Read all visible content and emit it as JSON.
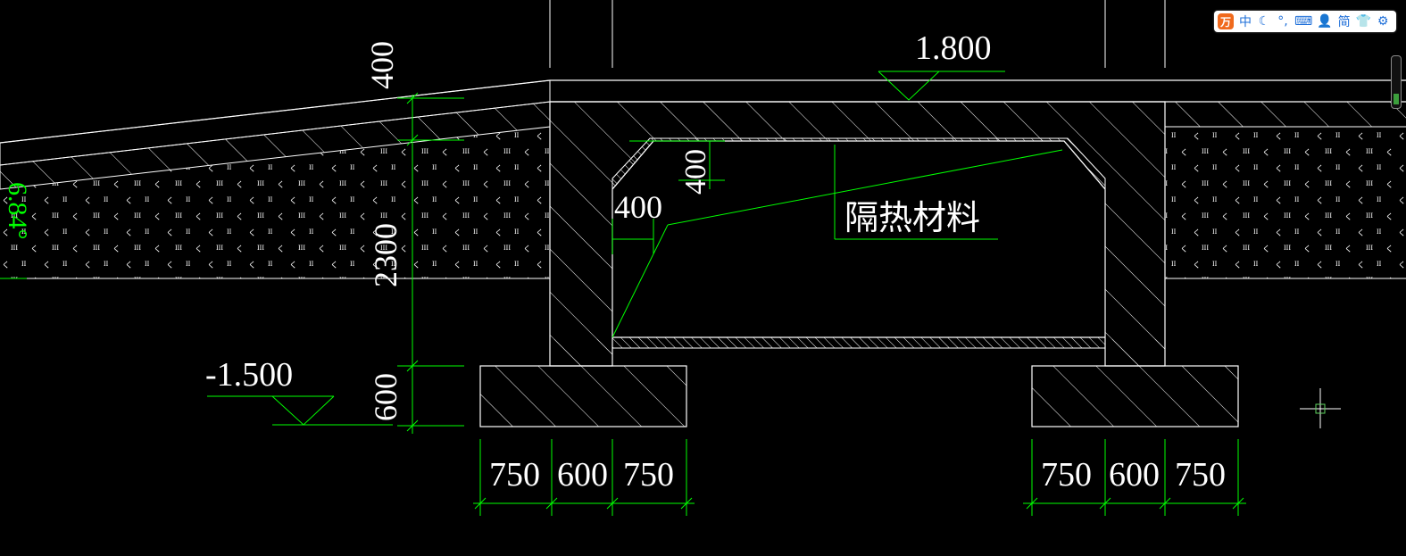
{
  "drawing": {
    "elevations": {
      "top": "1.800",
      "bottom": "-1.500"
    },
    "dims_left": {
      "d400": "400",
      "d2300": "2300",
      "d600": "600"
    },
    "dims_inner": {
      "chamfer_vertical": "400",
      "chamfer_horizontal": "400"
    },
    "dims_bottom_left": [
      "750",
      "600",
      "750"
    ],
    "dims_bottom_right": [
      "750",
      "600",
      "750"
    ],
    "label_insulation": "隔热材料",
    "angle_label": "6.84°",
    "colors": {
      "background": "#000000",
      "line": "#ffffff",
      "dimension": "#00ff00"
    }
  },
  "ime_toolbar": {
    "logo": "万",
    "mode": "中",
    "moon_icon": "moon-icon",
    "punct": "°,",
    "keyboard_icon": "keyboard-icon",
    "user_icon": "user-icon",
    "simplified": "简",
    "skin_icon": "shirt-icon",
    "settings_icon": "gear-icon"
  }
}
